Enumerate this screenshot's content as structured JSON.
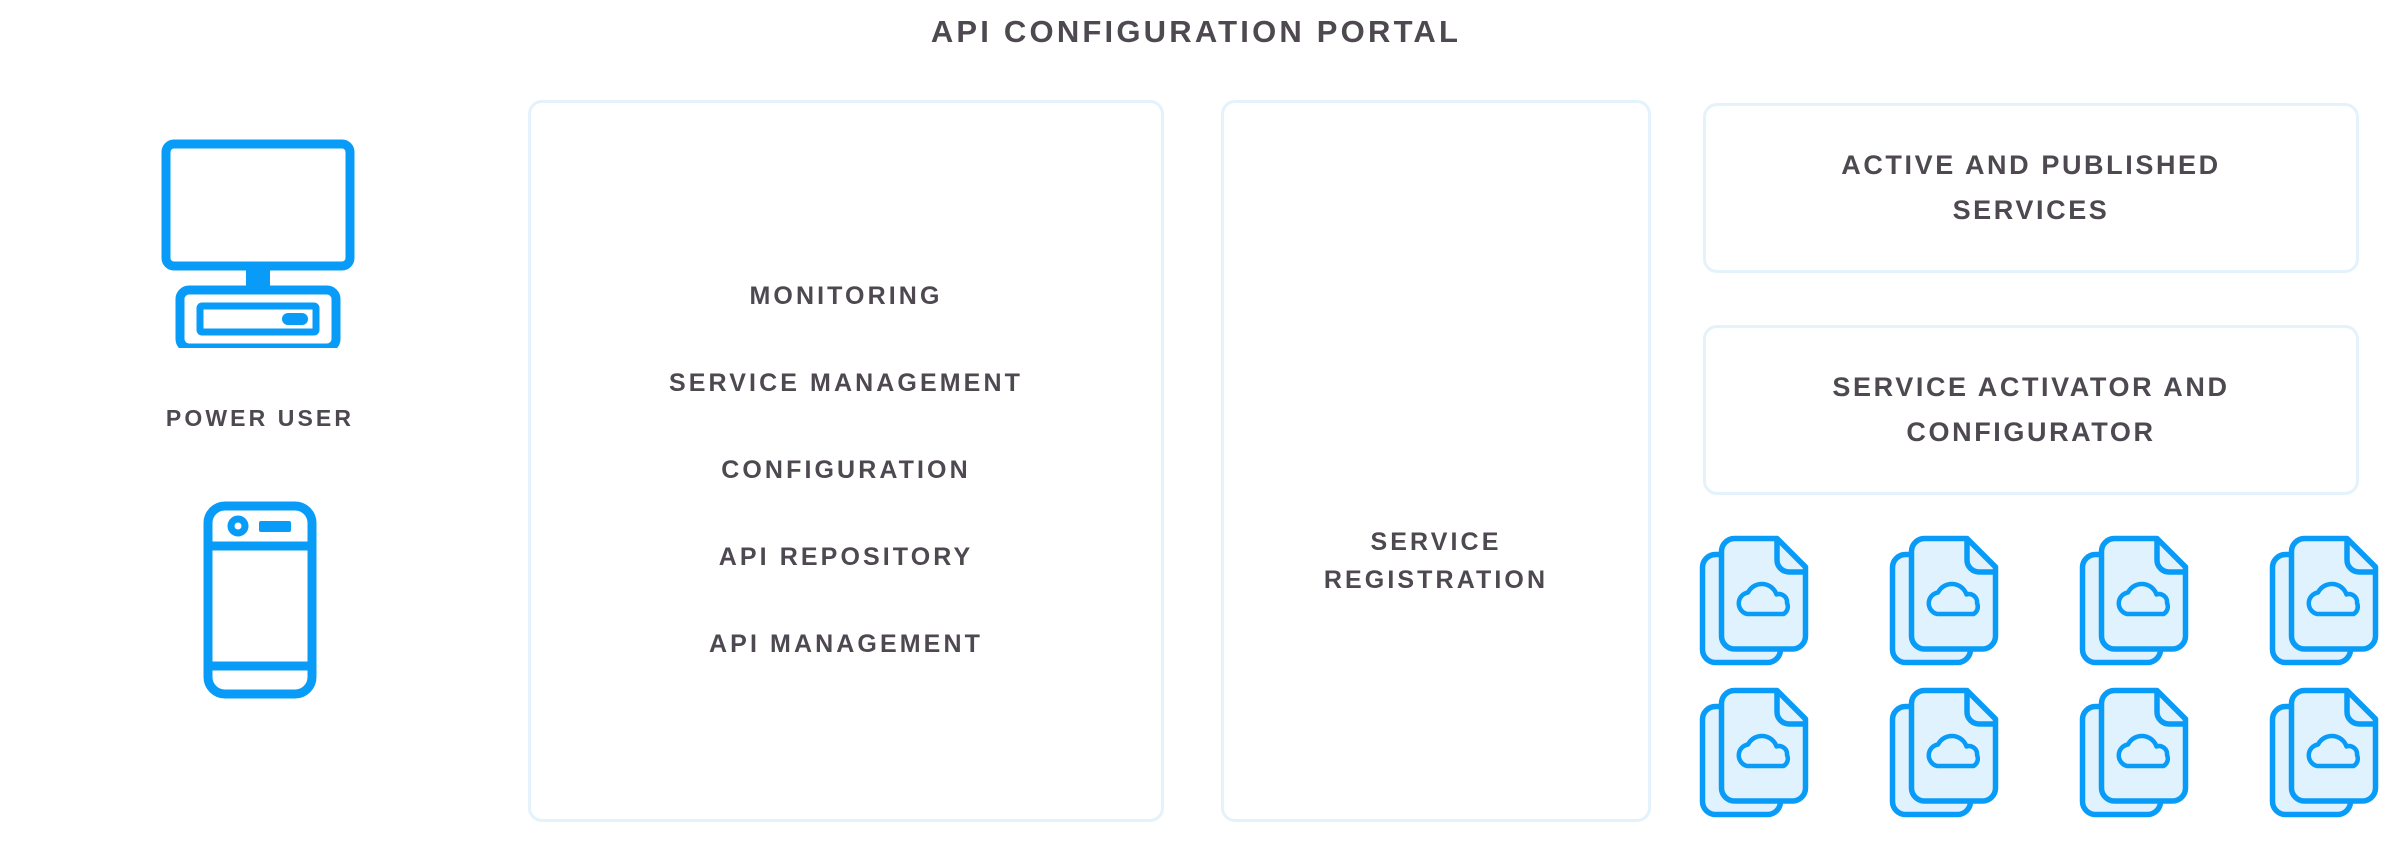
{
  "page": {
    "title": "API CONFIGURATION PORTAL"
  },
  "colors": {
    "accent_blue": "#089cf8",
    "icon_fill": "#e0f2fd",
    "panel_border": "#e4f2fc",
    "text_dark": "#4e4850",
    "background": "#ffffff"
  },
  "actor": {
    "desktop_icon": "desktop-computer-icon",
    "label": "POWER USER",
    "mobile_icon": "mobile-phone-icon"
  },
  "capabilities_panel": {
    "items": [
      {
        "label": "MONITORING"
      },
      {
        "label": "SERVICE MANAGEMENT"
      },
      {
        "label": "CONFIGURATION"
      },
      {
        "label": "API REPOSITORY"
      },
      {
        "label": "API MANAGEMENT"
      }
    ]
  },
  "service_registration_panel": {
    "label_line_1": "SERVICE",
    "label_line_2": "REGISTRATION"
  },
  "right_column": {
    "boxes": [
      {
        "label_line_1": "ACTIVE AND PUBLISHED",
        "label_line_2": "SERVICES"
      },
      {
        "label_line_1": "SERVICE ACTIVATOR AND",
        "label_line_2": "CONFIGURATOR"
      }
    ],
    "documents": {
      "icon": "cloud-document-icon",
      "count": 8,
      "columns": 4,
      "rows": 2
    }
  }
}
